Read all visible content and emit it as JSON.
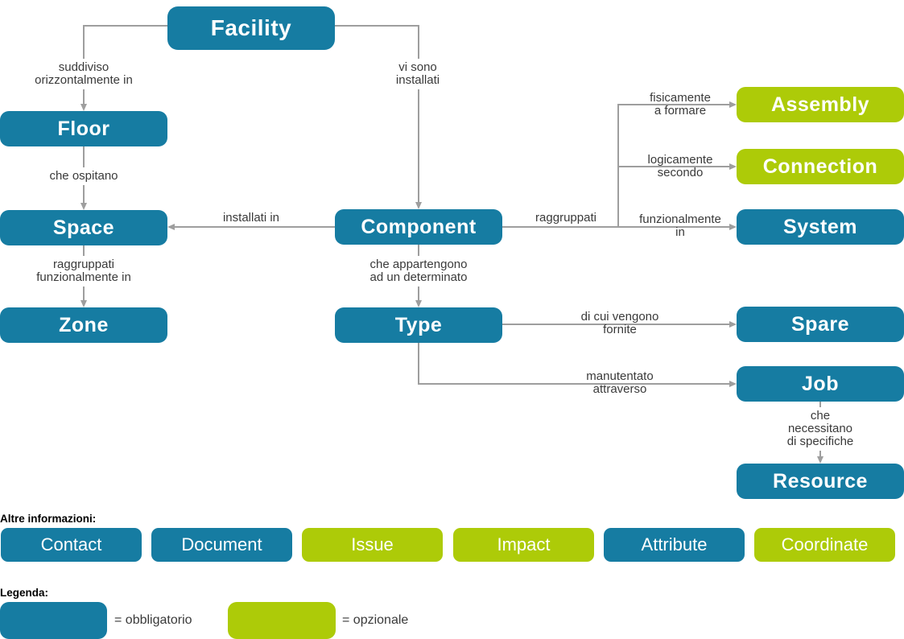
{
  "colors": {
    "mandatory_blue": "#167CA2",
    "optional_green": "#ADCB08",
    "connector_gray": "#9E9E9E",
    "label_text": "#3A3A3A"
  },
  "diagram": {
    "nodes": {
      "facility": {
        "label": "Facility",
        "kind": "mandatory"
      },
      "floor": {
        "label": "Floor",
        "kind": "mandatory"
      },
      "space": {
        "label": "Space",
        "kind": "mandatory"
      },
      "zone": {
        "label": "Zone",
        "kind": "mandatory"
      },
      "component": {
        "label": "Component",
        "kind": "mandatory"
      },
      "type": {
        "label": "Type",
        "kind": "mandatory"
      },
      "assembly": {
        "label": "Assembly",
        "kind": "optional"
      },
      "connection": {
        "label": "Connection",
        "kind": "optional"
      },
      "system": {
        "label": "System",
        "kind": "mandatory"
      },
      "spare": {
        "label": "Spare",
        "kind": "mandatory"
      },
      "job": {
        "label": "Job",
        "kind": "mandatory"
      },
      "resource": {
        "label": "Resource",
        "kind": "mandatory"
      }
    },
    "edges": {
      "facility_floor": {
        "label": "suddiviso\norizzontalmente in"
      },
      "facility_component": {
        "label": "vi sono\ninstallati"
      },
      "floor_space": {
        "label": "che ospitano"
      },
      "space_zone": {
        "label": "raggruppati\nfunzionalmente in"
      },
      "component_space": {
        "label": "installati in"
      },
      "component_group": {
        "label": "raggruppati"
      },
      "group_assembly": {
        "label": "fisicamente\na formare"
      },
      "group_connection": {
        "label": "logicamente\nsecondo"
      },
      "group_system": {
        "label": "funzionalmente\nin"
      },
      "component_type": {
        "label": "che appartengono\nad un determinato"
      },
      "type_spare": {
        "label": "di cui vengono\nfornite"
      },
      "type_job": {
        "label": "manutentato\nattraverso"
      },
      "job_resource": {
        "label": "che necessitano\ndi specifiche"
      }
    }
  },
  "extra_info": {
    "heading": "Altre informazioni:",
    "items": [
      {
        "label": "Contact",
        "kind": "mandatory"
      },
      {
        "label": "Document",
        "kind": "mandatory"
      },
      {
        "label": "Issue",
        "kind": "optional"
      },
      {
        "label": "Impact",
        "kind": "optional"
      },
      {
        "label": "Attribute",
        "kind": "mandatory"
      },
      {
        "label": "Coordinate",
        "kind": "optional"
      }
    ]
  },
  "legend": {
    "heading": "Legenda:",
    "mandatory_label": "= obbligatorio",
    "optional_label": "= opzionale"
  }
}
